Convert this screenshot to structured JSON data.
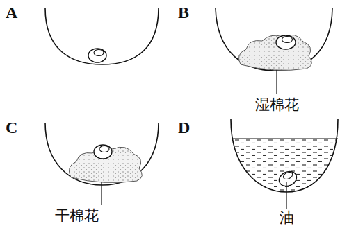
{
  "diagram": {
    "labels": [
      "A",
      "B",
      "湿棉花",
      "C",
      "干棉花",
      "D",
      "油"
    ]
  }
}
